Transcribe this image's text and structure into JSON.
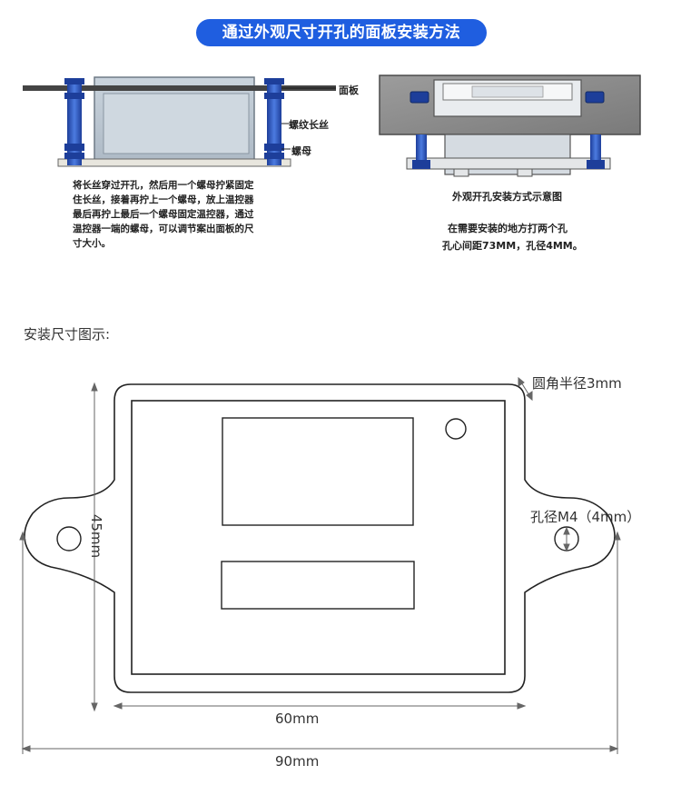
{
  "banner": {
    "title": "通过外观尺寸开孔的面板安装方法"
  },
  "left_illustration": {
    "label_panel": "面板",
    "label_thread": "螺纹长丝",
    "label_nut": "螺母",
    "instructions": [
      "将长丝穿过开孔，然后用一个螺母拧紧固定",
      "住长丝，接着再拧上一个螺母，放上温控器",
      "最后再拧上最后一个螺母固定温控器，通过",
      "温控器一端的螺母，可以调节案出面板的尺",
      "寸大小。"
    ]
  },
  "right_illustration": {
    "caption": "外观开孔安装方式示意图",
    "note_line1": "在需要安装的地方打两个孔",
    "note_line2": "孔心间距73MM，孔径4MM。"
  },
  "section": {
    "title": "安装尺寸图示:"
  },
  "dimensions": {
    "corner_radius": "圆角半径3mm",
    "hole": "孔径M4（4mm）",
    "height": "45mm",
    "inner_width": "60mm",
    "total_width": "90mm"
  },
  "colors": {
    "banner": "#1f5ee0",
    "bolt": "#2a58c8",
    "outline": "#222222"
  }
}
